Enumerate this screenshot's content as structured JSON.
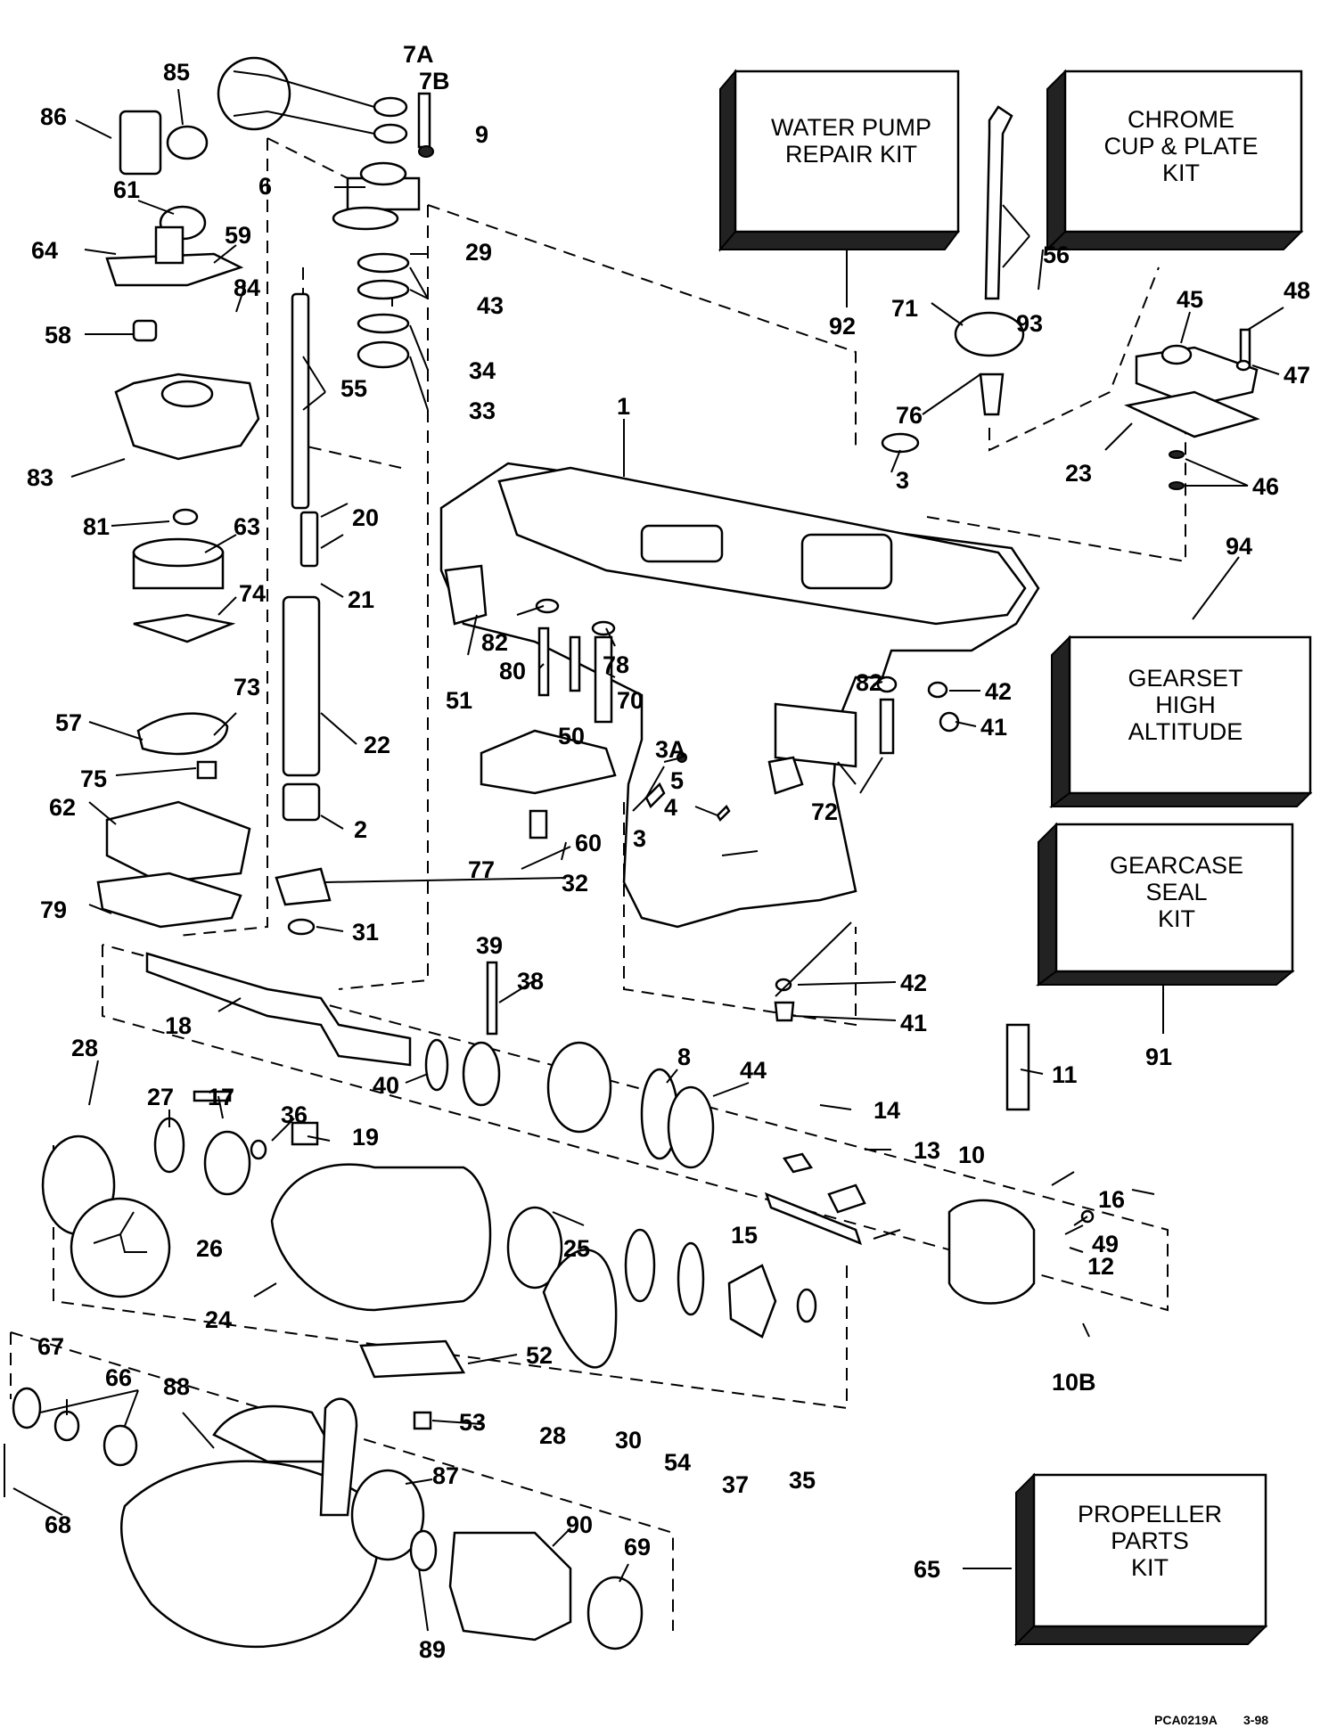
{
  "callouts": [
    "7A",
    "85",
    "86",
    "7B",
    "9",
    "61",
    "6",
    "59",
    "64",
    "84",
    "29",
    "43",
    "58",
    "55",
    "34",
    "33",
    "83",
    "81",
    "63",
    "20",
    "21",
    "74",
    "22",
    "73",
    "57",
    "75",
    "62",
    "2",
    "79",
    "32",
    "31",
    "39",
    "38",
    "18",
    "40",
    "8",
    "44",
    "28",
    "27",
    "17",
    "36",
    "19",
    "14",
    "11",
    "26",
    "13",
    "10",
    "15",
    "16",
    "49",
    "12",
    "25",
    "24",
    "52",
    "28",
    "30",
    "54",
    "37",
    "35",
    "10B",
    "53",
    "67",
    "66",
    "88",
    "87",
    "90",
    "69",
    "68",
    "89",
    "65",
    "1",
    "3",
    "92",
    "71",
    "56",
    "93",
    "45",
    "48",
    "47",
    "76",
    "23",
    "46",
    "94",
    "82",
    "78",
    "51",
    "80",
    "70",
    "50",
    "42",
    "82",
    "41",
    "3A",
    "5",
    "4",
    "72",
    "60",
    "77",
    "3",
    "42",
    "41",
    "91"
  ],
  "kits": {
    "water_pump": [
      "WATER PUMP",
      "REPAIR KIT"
    ],
    "chrome_cup": [
      "CHROME",
      "CUP & PLATE",
      "KIT"
    ],
    "gearset": [
      "GEARSET",
      "HIGH",
      "ALTITUDE"
    ],
    "seal": [
      "GEARCASE",
      "SEAL",
      "KIT"
    ],
    "propeller": [
      "PROPELLER",
      "PARTS",
      "KIT"
    ]
  },
  "footer": {
    "code": "PCA0219A",
    "date": "3-98"
  }
}
